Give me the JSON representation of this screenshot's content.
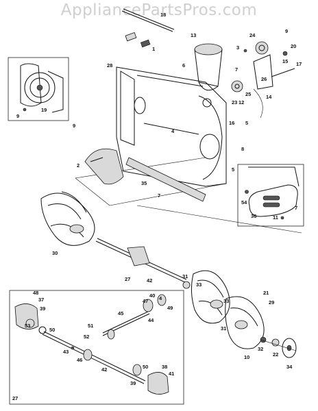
{
  "watermark": "AppliancePartsPros.com",
  "callouts": [
    "18",
    "1",
    "13",
    "24",
    "9",
    "3",
    "20",
    "6",
    "15",
    "17",
    "7",
    "26",
    "28",
    "25",
    "12",
    "14",
    "23",
    "16",
    "5",
    "19",
    "9",
    "9",
    "4",
    "8",
    "2",
    "35",
    "7",
    "5",
    "54",
    "36",
    "11",
    "7",
    "30",
    "27",
    "42",
    "31",
    "33",
    "37",
    "48",
    "39",
    "53",
    "50",
    "40",
    "47",
    "49",
    "4",
    "45",
    "44",
    "51",
    "52",
    "43",
    "46",
    "42",
    "50",
    "39",
    "38",
    "41",
    "27",
    "21",
    "29",
    "33",
    "31",
    "32",
    "22",
    "10",
    "34"
  ]
}
